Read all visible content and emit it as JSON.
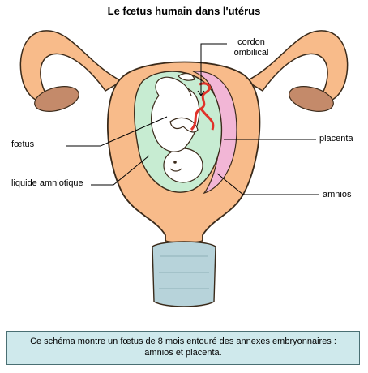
{
  "title": "Le fœtus humain dans l'utérus",
  "labels": {
    "cordon_line1": "cordon",
    "cordon_line2": "ombilical",
    "foetus": "fœtus",
    "placenta": "placenta",
    "liquide": "liquide amniotique",
    "amnios": "amnios"
  },
  "caption": "Ce schéma montre un fœtus de 8 mois entouré des annexes embryonnaires : amnios et placenta.",
  "colors": {
    "uterus": "#f8bb8a",
    "uterus_stroke": "#3a2a1a",
    "amniotic": "#c7ecd2",
    "placenta": "#f2b6d6",
    "cord": "#e0322a",
    "vagina": "#b7d3da",
    "caption_bg": "#cfe9ec"
  }
}
